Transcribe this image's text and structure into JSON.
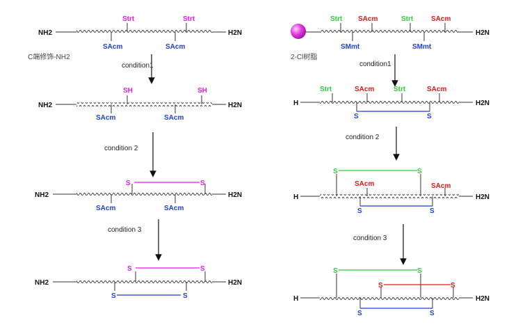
{
  "colors": {
    "strt": "#e21ce0",
    "green_strt": "#2ecc40",
    "sacm_blue": "#1f3fd6",
    "sacm_red": "#e01818",
    "smmt": "#1f3fd6",
    "backbone": "#333333",
    "resin_bead": "#e040e0",
    "arrow": "#111111"
  },
  "left": {
    "row1": {
      "n_terminus": "H2N",
      "c_terminus": "NH2",
      "top_labels": [
        "Strt",
        "Strt"
      ],
      "bottom_labels": [
        "SAcm",
        "SAcm"
      ],
      "side_note": "C端修饰-NH2"
    },
    "step1": "condition1",
    "row2": {
      "n_terminus": "H2N",
      "c_terminus": "NH2",
      "top_labels": [
        "SH",
        "SH"
      ],
      "bottom_labels": [
        "SAcm",
        "SAcm"
      ]
    },
    "step2": "condition 2",
    "row3": {
      "n_terminus": "H2N",
      "c_terminus": "NH2",
      "bridge_labels": [
        "S",
        "S"
      ],
      "bottom_labels": [
        "SAcm",
        "SAcm"
      ]
    },
    "step3": "condition 3",
    "row4": {
      "n_terminus": "H2N",
      "c_terminus": "NH2",
      "top_bridge": [
        "S",
        "S"
      ],
      "bottom_bridge": [
        "S",
        "S"
      ]
    }
  },
  "right": {
    "row1": {
      "n_terminus": "H2N",
      "top_labels": [
        "Strt",
        "SAcm",
        "Strt",
        "SAcm"
      ],
      "bottom_labels": [
        "SMmt",
        "SMmt"
      ],
      "resin_label": "2-Cl树脂"
    },
    "step1": "condition1",
    "row2": {
      "n_terminus": "H2N",
      "c_terminus": "H",
      "top_labels": [
        "Strt",
        "SAcm",
        "Strt",
        "SAcm"
      ],
      "bottom_bridge": [
        "S",
        "S"
      ]
    },
    "step2": "condition 2",
    "row3": {
      "n_terminus": "H2N",
      "c_terminus": "H",
      "top_bridge": [
        "S",
        "S"
      ],
      "top_labels": [
        "SAcm",
        "SAcm"
      ],
      "bottom_bridge": [
        "S",
        "S"
      ]
    },
    "step3": "condition 3",
    "row4": {
      "n_terminus": "H2N",
      "c_terminus": "H",
      "top_bridge": [
        "S",
        "S"
      ],
      "mid_bridge": [
        "S",
        "S"
      ],
      "bottom_bridge": [
        "S",
        "S"
      ]
    }
  }
}
